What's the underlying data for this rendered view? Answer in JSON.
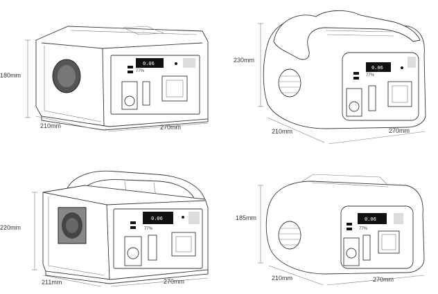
{
  "products": [
    {
      "id": "p1",
      "height": "180mm",
      "depth": "210mm",
      "width": "270mm",
      "display": "0.06",
      "pct": "77%"
    },
    {
      "id": "p2",
      "height": "230mm",
      "depth": "210mm",
      "width": "270mm",
      "display": "0.06",
      "pct": "77%"
    },
    {
      "id": "p3",
      "height": "220mm",
      "depth": "211mm",
      "width": "270mm",
      "display": "0.06",
      "pct": "77%"
    },
    {
      "id": "p4",
      "height": "185mm",
      "depth": "210mm",
      "width": "270mm",
      "display": "0.06",
      "pct": "77%"
    }
  ],
  "colors": {
    "line": "#333333",
    "panel": "#111111",
    "background": "#ffffff"
  }
}
